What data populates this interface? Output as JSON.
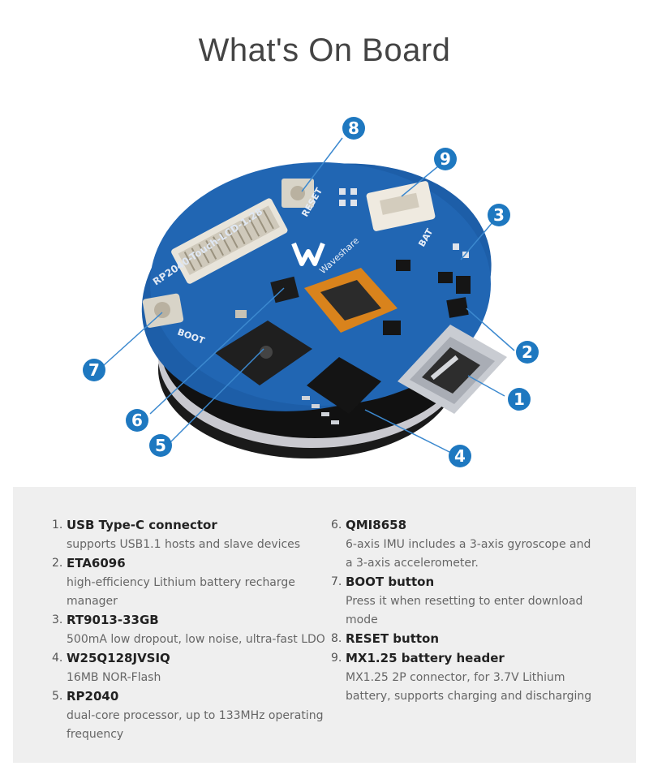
{
  "page_title": "What's On Board",
  "board": {
    "silkscreen_model": "RP2040-Touch-LCD-1.28",
    "label_reset": "RESET",
    "label_boot": "BOOT",
    "label_bat": "BAT",
    "logo_text": "Waveshare"
  },
  "callouts": [
    "1",
    "2",
    "3",
    "4",
    "5",
    "6",
    "7",
    "8",
    "9"
  ],
  "colors": {
    "badge": "#1e78c0",
    "pcb": "#1d5ea8",
    "panel": "#efefef"
  },
  "items": [
    {
      "num": "1.",
      "name": "USB Type-C connector",
      "desc": "supports USB1.1 hosts and slave devices"
    },
    {
      "num": "2.",
      "name": "ETA6096",
      "desc": "high-efficiency Lithium battery recharge manager"
    },
    {
      "num": "3.",
      "name": "RT9013-33GB",
      "desc": "500mA low dropout, low noise, ultra-fast LDO"
    },
    {
      "num": "4.",
      "name": "W25Q128JVSIQ",
      "desc": "16MB NOR-Flash"
    },
    {
      "num": "5.",
      "name": "RP2040",
      "desc": "dual-core processor, up to 133MHz operating frequency"
    },
    {
      "num": "6.",
      "name": "QMI8658",
      "desc": "6-axis IMU includes a 3-axis gyroscope and a 3-axis accelerometer."
    },
    {
      "num": "7.",
      "name": "BOOT button",
      "desc": "Press it when resetting to enter download mode"
    },
    {
      "num": "8.",
      "name": "RESET button",
      "desc": ""
    },
    {
      "num": "9.",
      "name": "MX1.25 battery header",
      "desc": "MX1.25 2P connector, for 3.7V Lithium battery, supports charging and discharging"
    }
  ]
}
